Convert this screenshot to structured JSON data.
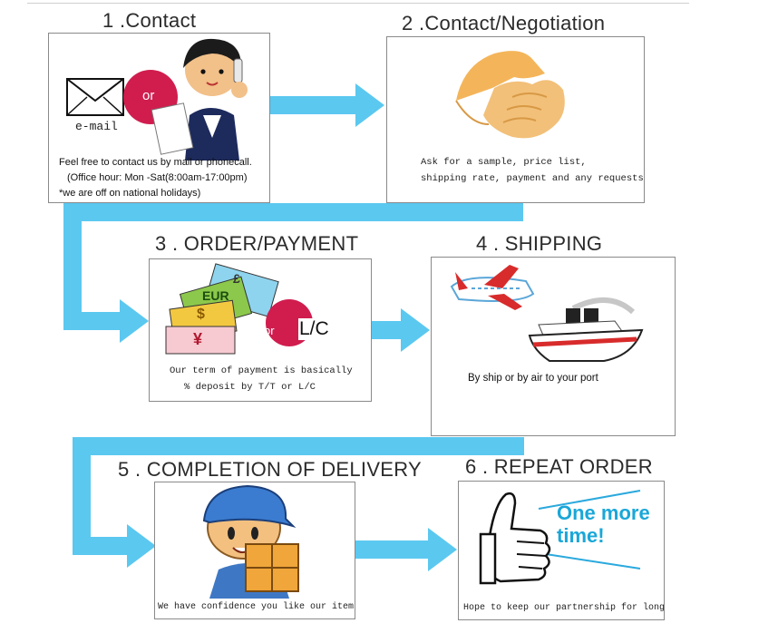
{
  "steps": [
    {
      "title": "1 .Contact",
      "lines": [
        "Feel free to contact us by mail or phonecall.",
        "(Office hour: Mon -Sat(8:00am-17:00pm)",
        "*we are off on national holidays)"
      ],
      "labels": {
        "email": "e-mail",
        "or": "or"
      },
      "icons": [
        "envelope-icon",
        "woman-phone-icon"
      ]
    },
    {
      "title": "2 .Contact/Negotiation",
      "lines": [
        "Ask for a sample, price list,",
        "shipping rate, payment and any requests."
      ],
      "icons": [
        "handshake-icon"
      ]
    },
    {
      "title": "3 . ORDER/PAYMENT",
      "lines": [
        "Our term of payment is basically",
        "% deposit by T/T or  L/C"
      ],
      "labels": {
        "or": "or",
        "lc": "L/C",
        "eur": "EUR",
        "pound": "£",
        "dollar": "$",
        "yen": "¥"
      },
      "icons": [
        "banknotes-icon"
      ]
    },
    {
      "title": "4 . SHIPPING",
      "lines": [
        "By ship or by air to your port"
      ],
      "icons": [
        "airplane-icon",
        "ship-icon"
      ]
    },
    {
      "title": "5 . COMPLETION OF DELIVERY",
      "lines": [
        "We have confidence you like our items."
      ],
      "icons": [
        "delivery-man-icon",
        "parcel-icon"
      ]
    },
    {
      "title": "6 . REPEAT ORDER",
      "lines": [
        "Hope to keep our partnership for long!"
      ],
      "labels": {
        "one_more": "One more",
        "time": "time!"
      },
      "icons": [
        "thumbs-up-icon"
      ]
    }
  ],
  "colors": {
    "arrow": "#5bc8f0",
    "accent_red": "#d01d4e",
    "banner_text": "#1aa7d8",
    "skin": "#f2c089"
  }
}
